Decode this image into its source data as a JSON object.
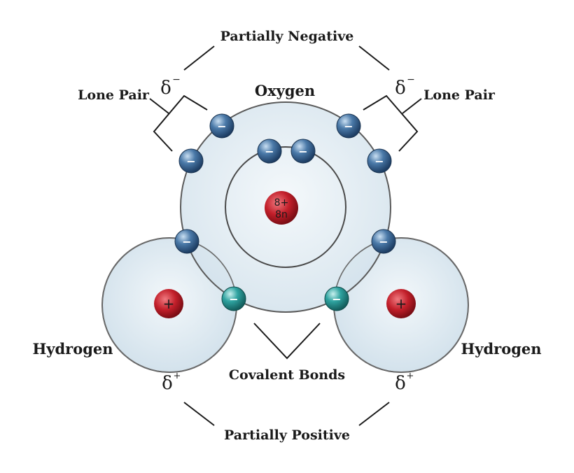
{
  "labels": {
    "partially_negative": "Partially Negative",
    "partially_positive": "Partially Positive",
    "oxygen": "Oxygen",
    "hydrogen_left": "Hydrogen",
    "hydrogen_right": "Hydrogen",
    "lone_pair_left": "Lone Pair",
    "lone_pair_right": "Lone Pair",
    "covalent_bonds": "Covalent Bonds"
  },
  "deltas": {
    "neg_left": {
      "base": "δ",
      "sign": "−"
    },
    "neg_right": {
      "base": "δ",
      "sign": "−"
    },
    "pos_left": {
      "base": "δ",
      "sign": "+"
    },
    "pos_right": {
      "base": "δ",
      "sign": "+"
    }
  },
  "nuclei": {
    "oxygen": {
      "line1": "8+",
      "line2": "8n"
    },
    "hydrogen_left": "+",
    "hydrogen_right": "+"
  },
  "electron_sign": "−",
  "colors": {
    "shell_fill": "#dbe7ef",
    "shell_stroke": "#555555",
    "nucleus": "#b81b24",
    "electron_blue": "#2f5d8c",
    "electron_teal": "#1f8a8a"
  }
}
